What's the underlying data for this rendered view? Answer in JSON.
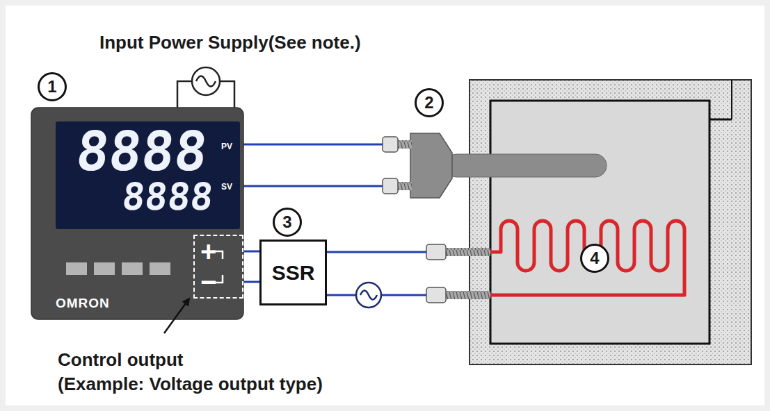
{
  "diagram": {
    "nodes": [
      {
        "text": [
          "OMRON"
        ]
      },
      {
        "text": [
          "8888",
          "8888",
          "PV",
          "SV"
        ],
        "in": 0
      },
      {
        "text": [
          "+",
          "−"
        ],
        "in": 0
      },
      {
        "text": [
          "SSR"
        ]
      }
    ],
    "edges": [
      {
        "from": 2,
        "to": 3,
        "arrow": "none"
      },
      {
        "from": 2,
        "to": 3,
        "arrow": "none"
      }
    ],
    "labels": [
      "Input Power Supply(See note.)",
      "1",
      "2",
      "3",
      "4",
      "Control output",
      "(Example: Voltage output type)"
    ]
  }
}
